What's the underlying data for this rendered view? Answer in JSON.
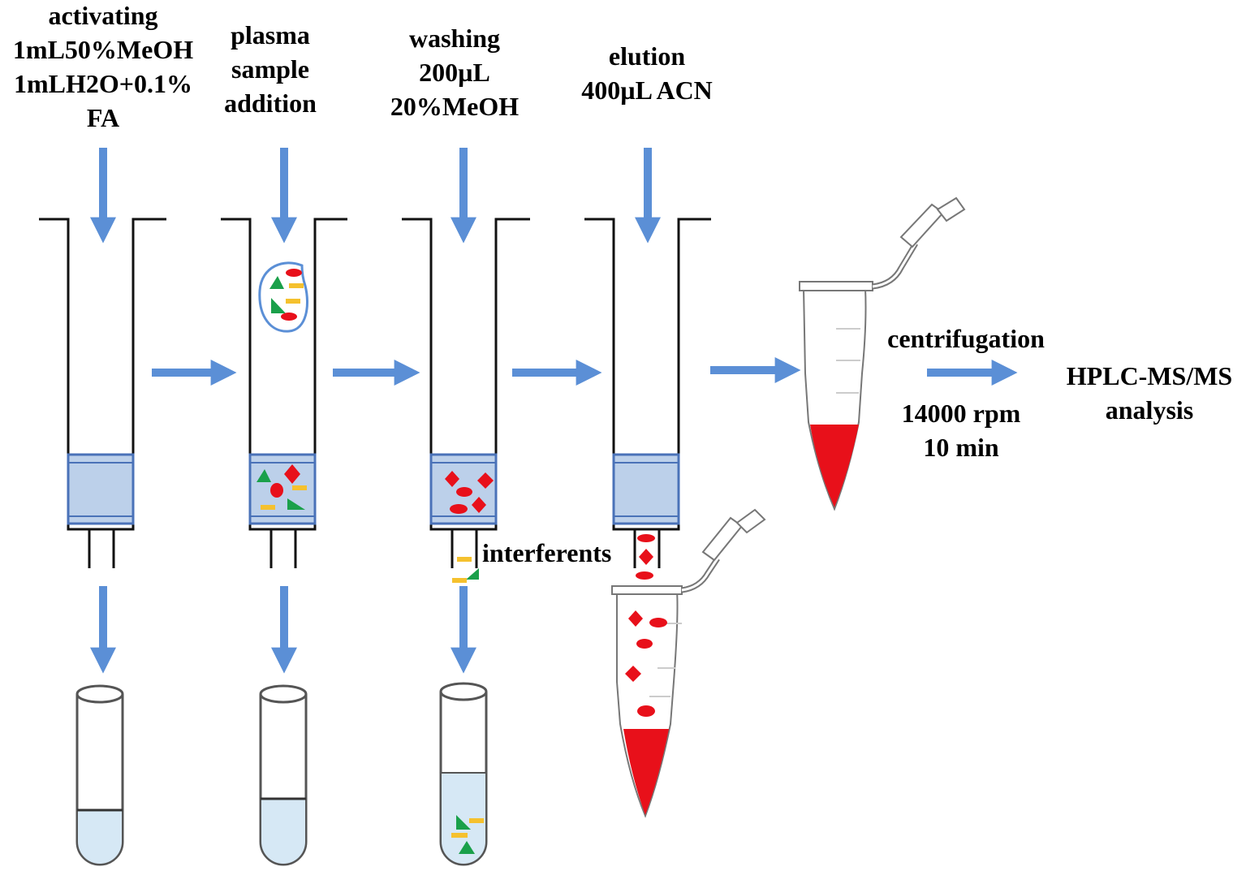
{
  "steps": [
    {
      "id": "activating",
      "lines": [
        "activating",
        "1mL50%MeOH",
        "1mLH2O+0.1%",
        "FA"
      ]
    },
    {
      "id": "plasma",
      "lines": [
        "plasma",
        "sample",
        "addition"
      ]
    },
    {
      "id": "washing",
      "lines": [
        "washing",
        "200µL",
        "20%MeOH"
      ]
    },
    {
      "id": "elution",
      "lines": [
        "elution",
        "400µL ACN"
      ]
    }
  ],
  "interferents_label": "interferents",
  "centrifugation": {
    "title": "centrifugation",
    "lines": [
      "14000 rpm",
      "10 min"
    ]
  },
  "analysis": {
    "lines": [
      "HPLC-MS/MS",
      "analysis"
    ]
  },
  "colors": {
    "arrow": "#5b8fd6",
    "sorbent": "#bcd0ea",
    "sorbent_border": "#4a72b8",
    "analyte_red": "#e8101a",
    "interferent_green": "#1aa04a",
    "interferent_yellow": "#f5c12e",
    "liquid_blue": "#d6e8f5",
    "tube_outline": "#555555"
  }
}
